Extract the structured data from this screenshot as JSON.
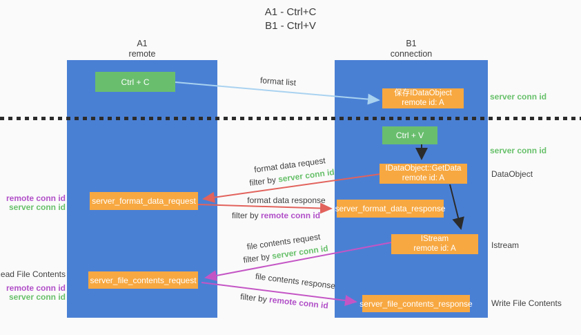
{
  "title": {
    "line1": "A1 - Ctrl+C",
    "line2": "B1 - Ctrl+V"
  },
  "columns": {
    "left": {
      "header_line1": "A1",
      "header_line2": "remote"
    },
    "right": {
      "header_line1": "B1",
      "header_line2": "connection"
    }
  },
  "nodes": {
    "ctrl_c": "Ctrl + C",
    "save_idataobject": {
      "line1": "保存IDataObject",
      "line2": "remote id: A"
    },
    "ctrl_v": "Ctrl + V",
    "getdata": {
      "line1": "IDataObject::GetData",
      "line2": "remote id: A"
    },
    "format_request": "server_format_data_request",
    "format_response": "server_format_data_response",
    "istream": {
      "line1": "IStream",
      "line2": "remote id: A"
    },
    "file_request": "server_file_contents_request",
    "file_response": "server_file_contents_response"
  },
  "side_labels": {
    "server_conn_id_top": "server conn id",
    "server_conn_id_mid": "server conn id",
    "dataobject": "DataObject",
    "istream": "Istream",
    "write_file_contents": "Write File Contents",
    "read_file_contents": "Read File Contents",
    "remote_conn_id_1": "remote conn id",
    "server_conn_id_1": "server conn id",
    "remote_conn_id_2": "remote conn id",
    "server_conn_id_2": "server conn id"
  },
  "arrow_labels": {
    "format_list": "format list",
    "format_data_request": "format data request",
    "format_data_response": "format data response",
    "file_contents_request": "file contents request",
    "file_contents_response": "file contents response",
    "filter_by": "filter by",
    "server_conn_id": "server conn id",
    "remote_conn_id": "remote conn id"
  },
  "colors": {
    "column_blue": "#4a80d4",
    "green_box": "#69be6e",
    "orange_box": "#f7a841",
    "request_arrow_red": "#e2625c",
    "contents_arrow_magenta": "#c455c5",
    "format_list_arrow_blue": "#a9d2f0",
    "black_arrow": "#2b2b2b",
    "server_conn_green": "#67c06a",
    "remote_conn_purple": "#b14fc8"
  }
}
